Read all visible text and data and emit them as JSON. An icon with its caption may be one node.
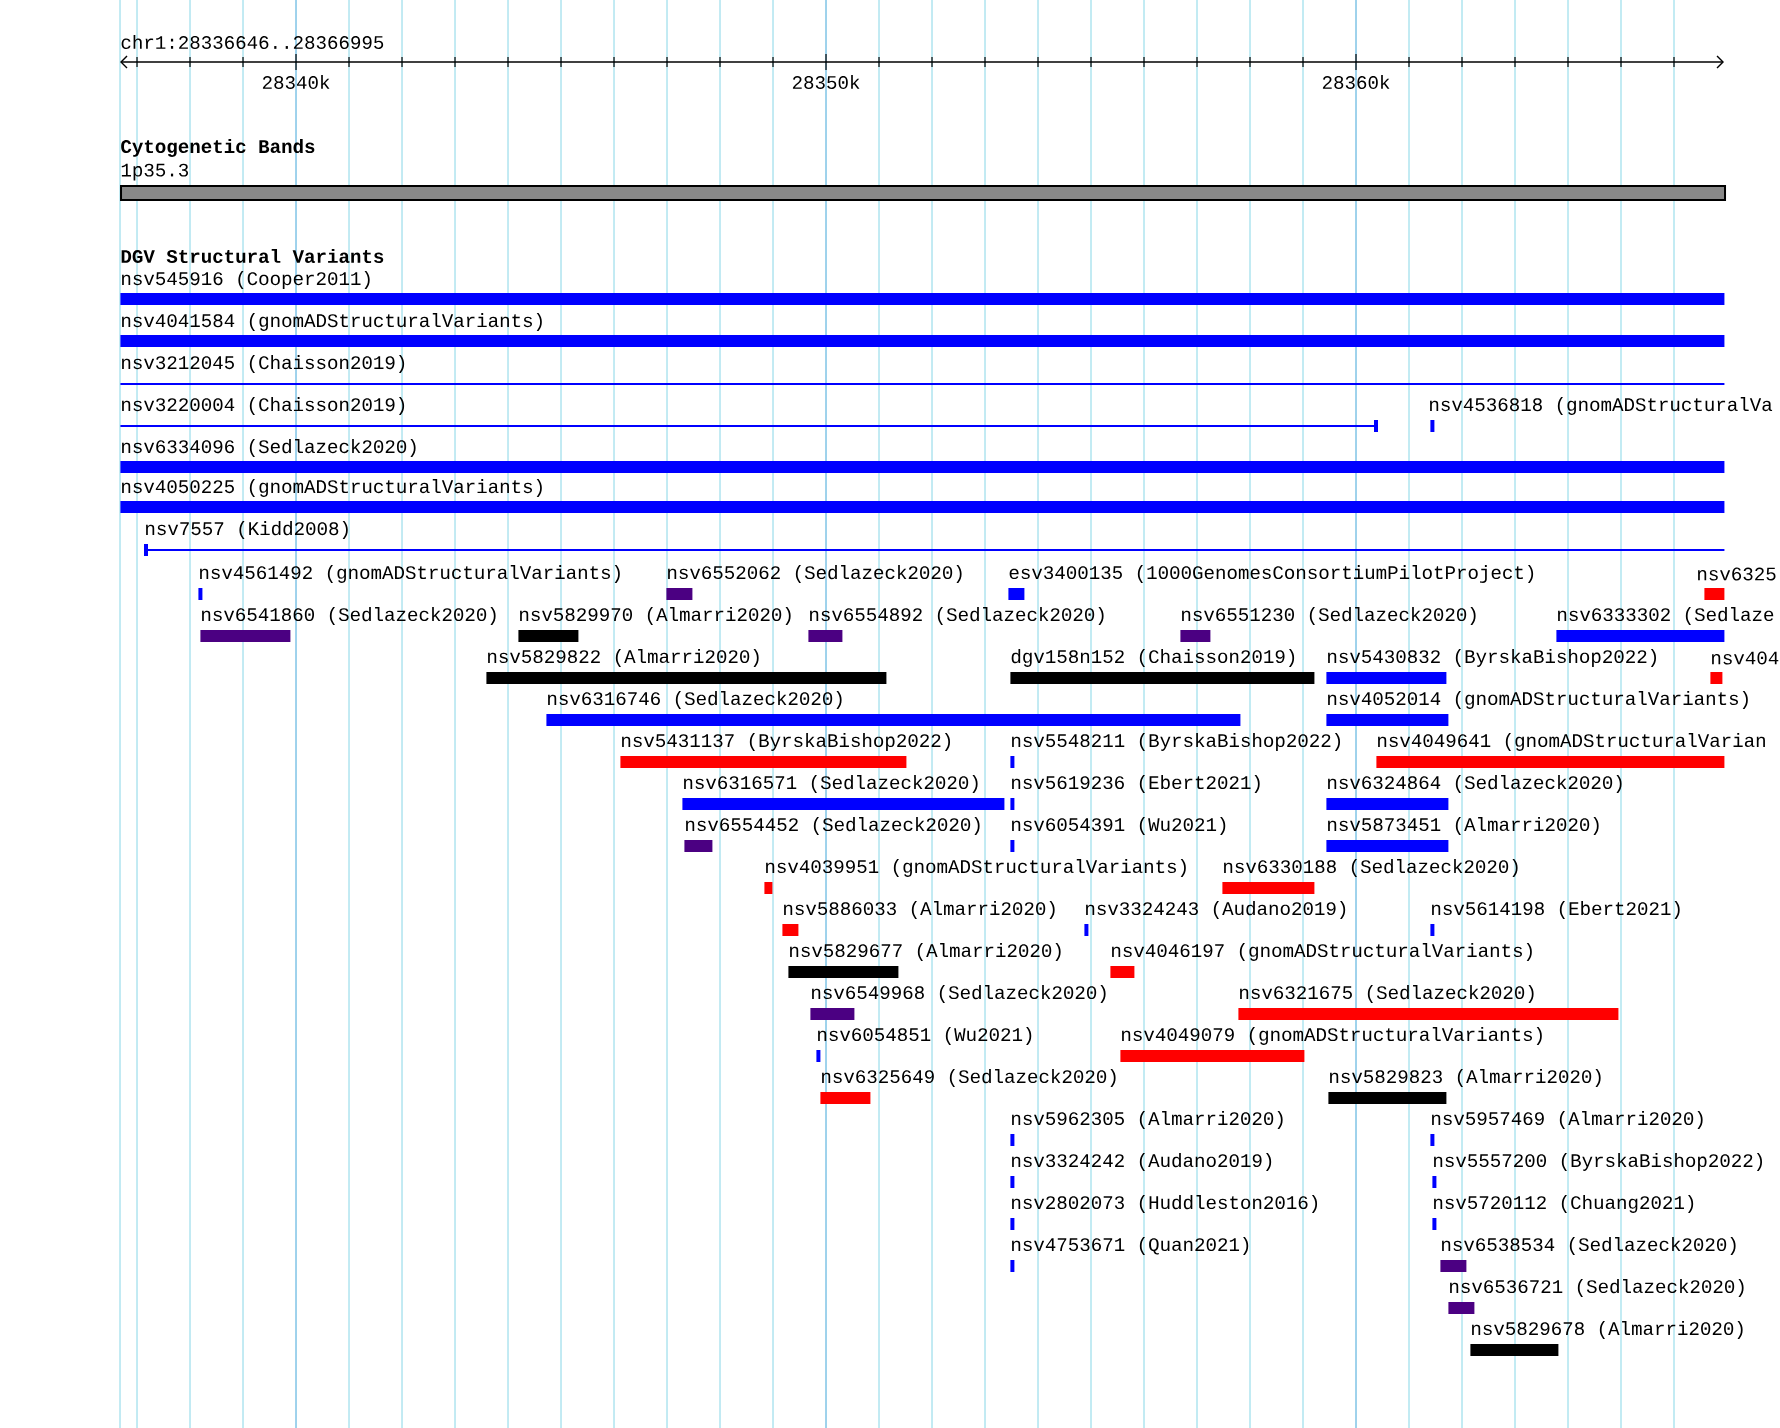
{
  "diagram": {
    "nodes": [
      {
        "text": [],
        "shape": "bar",
        "beside": [
          "1p35.3"
        ]
      },
      {
        "text": [],
        "shape": "bar",
        "beside": [
          "nsv545916 (Cooper2011)"
        ]
      },
      {
        "text": [],
        "shape": "bar",
        "beside": [
          "nsv4041584 (gnomADStructuralVariants)"
        ]
      },
      {
        "text": [],
        "shape": "bar",
        "beside": [
          "nsv3212045 (Chaisson2019)"
        ]
      },
      {
        "text": [],
        "shape": "bar",
        "beside": [
          "nsv3220004 (Chaisson2019)"
        ]
      },
      {
        "text": [],
        "shape": "bar",
        "beside": [
          "nsv4536818 (gnomADStructuralVa"
        ]
      },
      {
        "text": [],
        "shape": "bar",
        "beside": [
          "nsv6334096 (Sedlazeck2020)"
        ]
      },
      {
        "text": [],
        "shape": "bar",
        "beside": [
          "nsv4050225 (gnomADStructuralVariants)"
        ]
      },
      {
        "text": [],
        "shape": "bar",
        "beside": [
          "nsv7557 (Kidd2008)"
        ]
      },
      {
        "text": [],
        "shape": "bar",
        "beside": [
          "nsv4561492 (gnomADStructuralVariants)"
        ]
      },
      {
        "text": [],
        "shape": "bar",
        "beside": [
          "nsv6552062 (Sedlazeck2020)"
        ]
      },
      {
        "text": [],
        "shape": "bar",
        "beside": [
          "esv3400135 (1000GenomesConsortiumPilotProject)"
        ]
      },
      {
        "text": [],
        "shape": "bar",
        "beside": [
          "nsv6325"
        ]
      },
      {
        "text": [],
        "shape": "bar",
        "beside": [
          "nsv6541860 (Sedlazeck2020)"
        ]
      },
      {
        "text": [],
        "shape": "bar",
        "beside": [
          "nsv5829970 (Almarri2020)"
        ]
      },
      {
        "text": [],
        "shape": "bar",
        "beside": [
          "nsv6554892 (Sedlazeck2020)"
        ]
      },
      {
        "text": [],
        "shape": "bar",
        "beside": [
          "nsv6551230 (Sedlazeck2020)"
        ]
      },
      {
        "text": [],
        "shape": "bar",
        "beside": [
          "nsv6333302 (Sedlaze"
        ]
      },
      {
        "text": [],
        "shape": "bar",
        "beside": [
          "nsv5829822 (Almarri2020)"
        ]
      },
      {
        "text": [],
        "shape": "bar",
        "beside": [
          "dgv158n152 (Chaisson2019)"
        ]
      },
      {
        "text": [],
        "shape": "bar",
        "beside": [
          "nsv5430832 (ByrskaBishop2022)"
        ]
      },
      {
        "text": [],
        "shape": "bar",
        "beside": [
          "nsv404"
        ]
      },
      {
        "text": [],
        "shape": "bar",
        "beside": [
          "nsv6316746 (Sedlazeck2020)"
        ]
      },
      {
        "text": [],
        "shape": "bar",
        "beside": [
          "nsv4052014 (gnomADStructuralVariants)"
        ]
      },
      {
        "text": [],
        "shape": "bar",
        "beside": [
          "nsv5431137 (ByrskaBishop2022)"
        ]
      },
      {
        "text": [],
        "shape": "bar",
        "beside": [
          "nsv5548211 (ByrskaBishop2022)"
        ]
      },
      {
        "text": [],
        "shape": "bar",
        "beside": [
          "nsv4049641 (gnomADStructuralVarian"
        ]
      },
      {
        "text": [],
        "shape": "bar",
        "beside": [
          "nsv6316571 (Sedlazeck2020)"
        ]
      },
      {
        "text": [],
        "shape": "bar",
        "beside": [
          "nsv5619236 (Ebert2021)"
        ]
      },
      {
        "text": [],
        "shape": "bar",
        "beside": [
          "nsv6324864 (Sedlazeck2020)"
        ]
      },
      {
        "text": [],
        "shape": "bar",
        "beside": [
          "nsv6554452 (Sedlazeck2020)"
        ]
      },
      {
        "text": [],
        "shape": "bar",
        "beside": [
          "nsv6054391 (Wu2021)"
        ]
      },
      {
        "text": [],
        "shape": "bar",
        "beside": [
          "nsv5873451 (Almarri2020)"
        ]
      },
      {
        "text": [],
        "shape": "bar",
        "beside": [
          "nsv4039951 (gnomADStructuralVariants)"
        ]
      },
      {
        "text": [],
        "shape": "bar",
        "beside": [
          "nsv6330188 (Sedlazeck2020)"
        ]
      },
      {
        "text": [],
        "shape": "bar",
        "beside": [
          "nsv5886033 (Almarri2020)"
        ]
      },
      {
        "text": [],
        "shape": "bar",
        "beside": [
          "nsv3324243 (Audano2019)"
        ]
      },
      {
        "text": [],
        "shape": "bar",
        "beside": [
          "nsv5614198 (Ebert2021)"
        ]
      },
      {
        "text": [],
        "shape": "bar",
        "beside": [
          "nsv5829677 (Almarri2020)"
        ]
      },
      {
        "text": [],
        "shape": "bar",
        "beside": [
          "nsv4046197 (gnomADStructuralVariants)"
        ]
      },
      {
        "text": [],
        "shape": "bar",
        "beside": [
          "nsv6549968 (Sedlazeck2020)"
        ]
      },
      {
        "text": [],
        "shape": "bar",
        "beside": [
          "nsv6321675 (Sedlazeck2020)"
        ]
      },
      {
        "text": [],
        "shape": "bar",
        "beside": [
          "nsv6054851 (Wu2021)"
        ]
      },
      {
        "text": [],
        "shape": "bar",
        "beside": [
          "nsv4049079 (gnomADStructuralVariants)"
        ]
      },
      {
        "text": [],
        "shape": "bar",
        "beside": [
          "nsv6325649 (Sedlazeck2020)"
        ]
      },
      {
        "text": [],
        "shape": "bar",
        "beside": [
          "nsv5829823 (Almarri2020)"
        ]
      },
      {
        "text": [],
        "shape": "bar",
        "beside": [
          "nsv5962305 (Almarri2020)"
        ]
      },
      {
        "text": [],
        "shape": "bar",
        "beside": [
          "nsv5957469 (Almarri2020)"
        ]
      },
      {
        "text": [],
        "shape": "bar",
        "beside": [
          "nsv3324242 (Audano2019)"
        ]
      },
      {
        "text": [],
        "shape": "bar",
        "beside": [
          "nsv5557200 (ByrskaBishop2022)"
        ]
      },
      {
        "text": [],
        "shape": "bar",
        "beside": [
          "nsv2802073 (Huddleston2016)"
        ]
      },
      {
        "text": [],
        "shape": "bar",
        "beside": [
          "nsv5720112 (Chuang2021)"
        ]
      },
      {
        "text": [],
        "shape": "bar",
        "beside": [
          "nsv4753671 (Quan2021)"
        ]
      },
      {
        "text": [],
        "shape": "bar",
        "beside": [
          "nsv6538534 (Sedlazeck2020)"
        ]
      },
      {
        "text": [],
        "shape": "bar",
        "beside": [
          "nsv6536721 (Sedlazeck2020)"
        ]
      },
      {
        "text": [],
        "shape": "bar",
        "beside": [
          "nsv5829678 (Almarri2020)"
        ]
      }
    ],
    "labels": [
      "chr1:28336646..28366995",
      "28340k",
      "28350k",
      "28360k",
      "Cytogenetic Bands",
      "DGV Structural Variants"
    ]
  }
}
